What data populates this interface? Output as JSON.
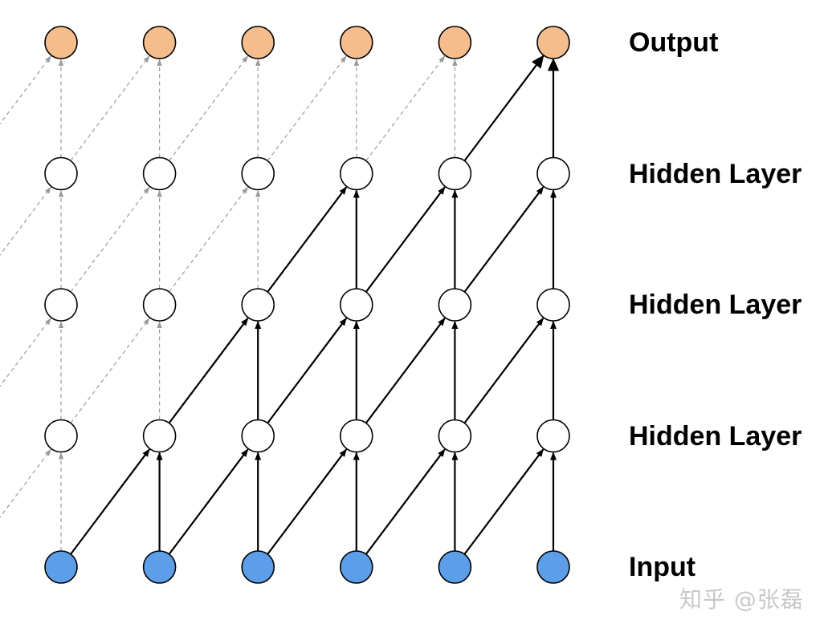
{
  "diagram": {
    "columns": 6,
    "layers": [
      {
        "label": "Output",
        "kind": "output"
      },
      {
        "label": "Hidden Layer",
        "kind": "hidden"
      },
      {
        "label": "Hidden Layer",
        "kind": "hidden"
      },
      {
        "label": "Hidden Layer",
        "kind": "hidden"
      },
      {
        "label": "Input",
        "kind": "input"
      }
    ],
    "colors": {
      "output_fill": "#F5BC8C",
      "hidden_fill": "#FFFFFF",
      "input_fill": "#5D9EE8",
      "node_stroke": "#000000",
      "active_edge": "#000000",
      "inactive_edge": "#9A9A9A"
    }
  },
  "watermark": "知乎 @张磊"
}
